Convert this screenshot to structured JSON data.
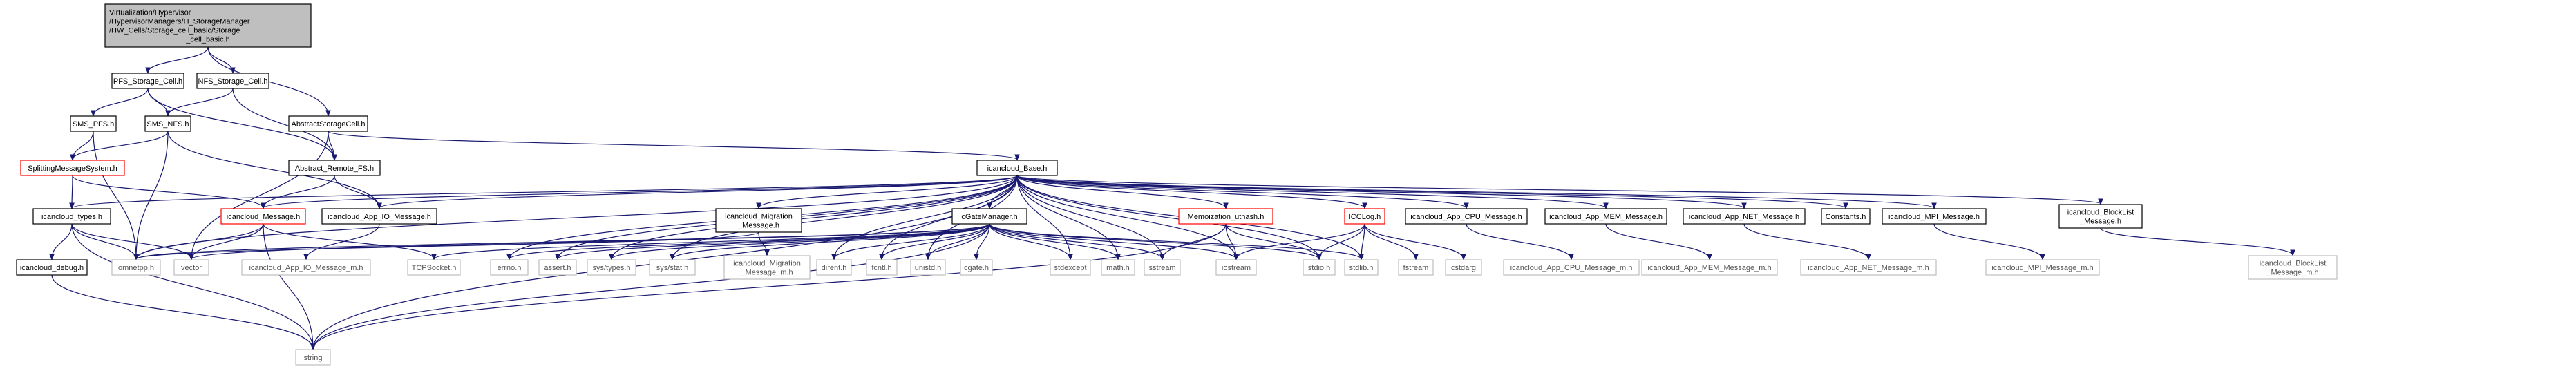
{
  "colors": {
    "edge": "#191970",
    "root_fill": "#bfbfbf",
    "node_border": "#000000",
    "red_border": "#ff0000",
    "gray_border": "#bfbfbf",
    "gray_text": "#555555"
  },
  "nodes": [
    {
      "id": "root",
      "style": "root",
      "lines": [
        "Virtualization/Hypervisor",
        "/HypervisorManagers/H_StorageManager",
        "/HW_Cells/Storage_cell_basic/Storage",
        "_cell_basic.h"
      ]
    },
    {
      "id": "pfs_cell",
      "style": "normal",
      "lines": [
        "PFS_Storage_Cell.h"
      ]
    },
    {
      "id": "nfs_cell",
      "style": "normal",
      "lines": [
        "NFS_Storage_Cell.h"
      ]
    },
    {
      "id": "abstract_cell",
      "style": "normal",
      "lines": [
        "AbstractStorageCell.h"
      ]
    },
    {
      "id": "sms_pfs",
      "style": "normal",
      "lines": [
        "SMS_PFS.h"
      ]
    },
    {
      "id": "sms_nfs",
      "style": "normal",
      "lines": [
        "SMS_NFS.h"
      ]
    },
    {
      "id": "splitting",
      "style": "red",
      "lines": [
        "SplittingMessageSystem.h"
      ]
    },
    {
      "id": "abstract_remote",
      "style": "normal",
      "lines": [
        "Abstract_Remote_FS.h"
      ]
    },
    {
      "id": "base",
      "style": "normal",
      "lines": [
        "icancloud_Base.h"
      ]
    },
    {
      "id": "types",
      "style": "normal",
      "lines": [
        "icancloud_types.h"
      ]
    },
    {
      "id": "message",
      "style": "red",
      "lines": [
        "icancloud_Message.h"
      ]
    },
    {
      "id": "app_io",
      "style": "normal",
      "lines": [
        "icancloud_App_IO_Message.h"
      ]
    },
    {
      "id": "migration",
      "style": "normal",
      "lines": [
        "icancloud_Migration",
        "_Message.h"
      ]
    },
    {
      "id": "cgate",
      "style": "normal",
      "lines": [
        "cGateManager.h"
      ]
    },
    {
      "id": "memo",
      "style": "red",
      "lines": [
        "Memoization_uthash.h"
      ]
    },
    {
      "id": "icclog",
      "style": "red",
      "lines": [
        "ICCLog.h"
      ]
    },
    {
      "id": "app_cpu",
      "style": "normal",
      "lines": [
        "icancloud_App_CPU_Message.h"
      ]
    },
    {
      "id": "app_mem",
      "style": "normal",
      "lines": [
        "icancloud_App_MEM_Message.h"
      ]
    },
    {
      "id": "app_net",
      "style": "normal",
      "lines": [
        "icancloud_App_NET_Message.h"
      ]
    },
    {
      "id": "constants",
      "style": "normal",
      "lines": [
        "Constants.h"
      ]
    },
    {
      "id": "mpi",
      "style": "normal",
      "lines": [
        "icancloud_MPI_Message.h"
      ]
    },
    {
      "id": "blocklist",
      "style": "normal",
      "lines": [
        "icancloud_BlockList",
        "_Message.h"
      ]
    },
    {
      "id": "debug",
      "style": "normal",
      "lines": [
        "icancloud_debug.h"
      ]
    },
    {
      "id": "omnetpp",
      "style": "gray",
      "lines": [
        "omnetpp.h"
      ]
    },
    {
      "id": "vector",
      "style": "gray",
      "lines": [
        "vector"
      ]
    },
    {
      "id": "app_io_m",
      "style": "gray",
      "lines": [
        "icancloud_App_IO_Message_m.h"
      ]
    },
    {
      "id": "tcpsocket",
      "style": "gray",
      "lines": [
        "TCPSocket.h"
      ]
    },
    {
      "id": "errno",
      "style": "gray",
      "lines": [
        "errno.h"
      ]
    },
    {
      "id": "assert",
      "style": "gray",
      "lines": [
        "assert.h"
      ]
    },
    {
      "id": "systypes",
      "style": "gray",
      "lines": [
        "sys/types.h"
      ]
    },
    {
      "id": "sysstat",
      "style": "gray",
      "lines": [
        "sys/stat.h"
      ]
    },
    {
      "id": "migration_m",
      "style": "gray",
      "lines": [
        "icancloud_Migration",
        "_Message_m.h"
      ]
    },
    {
      "id": "dirent",
      "style": "gray",
      "lines": [
        "dirent.h"
      ]
    },
    {
      "id": "fcntl",
      "style": "gray",
      "lines": [
        "fcntl.h"
      ]
    },
    {
      "id": "unistd",
      "style": "gray",
      "lines": [
        "unistd.h"
      ]
    },
    {
      "id": "cgate_sys",
      "style": "gray",
      "lines": [
        "cgate.h"
      ]
    },
    {
      "id": "stdexcept",
      "style": "gray",
      "lines": [
        "stdexcept"
      ]
    },
    {
      "id": "math",
      "style": "gray",
      "lines": [
        "math.h"
      ]
    },
    {
      "id": "sstream",
      "style": "gray",
      "lines": [
        "sstream"
      ]
    },
    {
      "id": "iostream",
      "style": "gray",
      "lines": [
        "iostream"
      ]
    },
    {
      "id": "stdio",
      "style": "gray",
      "lines": [
        "stdio.h"
      ]
    },
    {
      "id": "stdlib",
      "style": "gray",
      "lines": [
        "stdlib.h"
      ]
    },
    {
      "id": "fstream",
      "style": "gray",
      "lines": [
        "fstream"
      ]
    },
    {
      "id": "cstdarg",
      "style": "gray",
      "lines": [
        "cstdarg"
      ]
    },
    {
      "id": "app_cpu_m",
      "style": "gray",
      "lines": [
        "icancloud_App_CPU_Message_m.h"
      ]
    },
    {
      "id": "app_mem_m",
      "style": "gray",
      "lines": [
        "icancloud_App_MEM_Message_m.h"
      ]
    },
    {
      "id": "app_net_m",
      "style": "gray",
      "lines": [
        "icancloud_App_NET_Message_m.h"
      ]
    },
    {
      "id": "mpi_m",
      "style": "gray",
      "lines": [
        "icancloud_MPI_Message_m.h"
      ]
    },
    {
      "id": "blocklist_m",
      "style": "gray",
      "lines": [
        "icancloud_BlockList",
        "_Message_m.h"
      ]
    },
    {
      "id": "string",
      "style": "gray",
      "lines": [
        "string"
      ]
    }
  ],
  "edges": [
    [
      "root",
      "pfs_cell"
    ],
    [
      "root",
      "nfs_cell"
    ],
    [
      "root",
      "abstract_cell"
    ],
    [
      "pfs_cell",
      "sms_pfs"
    ],
    [
      "pfs_cell",
      "sms_nfs"
    ],
    [
      "pfs_cell",
      "abstract_remote"
    ],
    [
      "nfs_cell",
      "sms_nfs"
    ],
    [
      "nfs_cell",
      "abstract_remote"
    ],
    [
      "abstract_cell",
      "abstract_remote"
    ],
    [
      "abstract_cell",
      "base"
    ],
    [
      "abstract_cell",
      "vector"
    ],
    [
      "sms_pfs",
      "splitting"
    ],
    [
      "sms_pfs",
      "omnetpp"
    ],
    [
      "sms_nfs",
      "splitting"
    ],
    [
      "sms_nfs",
      "app_io"
    ],
    [
      "sms_nfs",
      "omnetpp"
    ],
    [
      "splitting",
      "types"
    ],
    [
      "splitting",
      "message"
    ],
    [
      "abstract_remote",
      "message"
    ],
    [
      "abstract_remote",
      "app_io"
    ],
    [
      "base",
      "types"
    ],
    [
      "base",
      "message"
    ],
    [
      "base",
      "app_io"
    ],
    [
      "base",
      "migration"
    ],
    [
      "base",
      "cgate"
    ],
    [
      "base",
      "memo"
    ],
    [
      "base",
      "icclog"
    ],
    [
      "base",
      "app_cpu"
    ],
    [
      "base",
      "app_mem"
    ],
    [
      "base",
      "app_net"
    ],
    [
      "base",
      "constants"
    ],
    [
      "base",
      "mpi"
    ],
    [
      "base",
      "blocklist"
    ],
    [
      "base",
      "omnetpp"
    ],
    [
      "base",
      "string"
    ],
    [
      "base",
      "errno"
    ],
    [
      "base",
      "assert"
    ],
    [
      "base",
      "systypes"
    ],
    [
      "base",
      "sysstat"
    ],
    [
      "base",
      "dirent"
    ],
    [
      "base",
      "fcntl"
    ],
    [
      "base",
      "unistd"
    ],
    [
      "base",
      "stdexcept"
    ],
    [
      "base",
      "math"
    ],
    [
      "base",
      "sstream"
    ],
    [
      "base",
      "iostream"
    ],
    [
      "base",
      "stdio"
    ],
    [
      "base",
      "stdlib"
    ],
    [
      "types",
      "debug"
    ],
    [
      "types",
      "omnetpp"
    ],
    [
      "types",
      "vector"
    ],
    [
      "types",
      "string"
    ],
    [
      "message",
      "vector"
    ],
    [
      "message",
      "omnetpp"
    ],
    [
      "message",
      "tcpsocket"
    ],
    [
      "message",
      "string"
    ],
    [
      "app_io",
      "app_io_m"
    ],
    [
      "migration",
      "migration_m"
    ],
    [
      "migration",
      "omnetpp"
    ],
    [
      "cgate",
      "omnetpp"
    ],
    [
      "cgate",
      "vector"
    ],
    [
      "cgate",
      "tcpsocket"
    ],
    [
      "cgate",
      "errno"
    ],
    [
      "cgate",
      "assert"
    ],
    [
      "cgate",
      "systypes"
    ],
    [
      "cgate",
      "sysstat"
    ],
    [
      "cgate",
      "dirent"
    ],
    [
      "cgate",
      "fcntl"
    ],
    [
      "cgate",
      "unistd"
    ],
    [
      "cgate",
      "cgate_sys"
    ],
    [
      "cgate",
      "stdexcept"
    ],
    [
      "cgate",
      "math"
    ],
    [
      "cgate",
      "sstream"
    ],
    [
      "cgate",
      "iostream"
    ],
    [
      "cgate",
      "stdio"
    ],
    [
      "cgate",
      "stdlib"
    ],
    [
      "cgate",
      "string"
    ],
    [
      "memo",
      "sstream"
    ],
    [
      "memo",
      "iostream"
    ],
    [
      "memo",
      "stdio"
    ],
    [
      "memo",
      "string"
    ],
    [
      "icclog",
      "iostream"
    ],
    [
      "icclog",
      "stdio"
    ],
    [
      "icclog",
      "stdlib"
    ],
    [
      "icclog",
      "fstream"
    ],
    [
      "icclog",
      "cstdarg"
    ],
    [
      "app_cpu",
      "app_cpu_m"
    ],
    [
      "app_mem",
      "app_mem_m"
    ],
    [
      "app_net",
      "app_net_m"
    ],
    [
      "mpi",
      "mpi_m"
    ],
    [
      "blocklist",
      "blocklist_m"
    ],
    [
      "debug",
      "string"
    ]
  ]
}
